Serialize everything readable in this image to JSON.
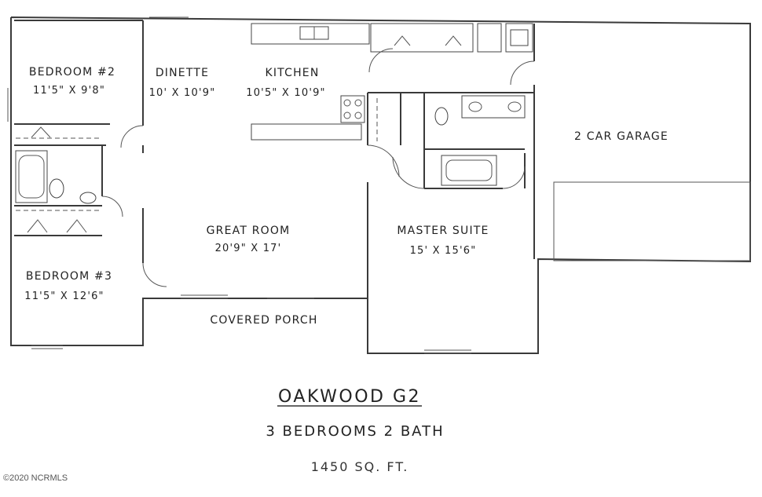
{
  "rooms": {
    "bedroom2": {
      "name": "BEDROOM #2",
      "size": "11'5\" X 9'8\""
    },
    "dinette": {
      "name": "DINETTE",
      "size": "10' X 10'9\""
    },
    "kitchen": {
      "name": "KITCHEN",
      "size": "10'5\" X 10'9\""
    },
    "garage": {
      "name": "2 CAR GARAGE"
    },
    "great_room": {
      "name": "GREAT ROOM",
      "size": "20'9\" X 17'"
    },
    "master_suite": {
      "name": "MASTER SUITE",
      "size": "15' X 15'6\""
    },
    "bedroom3": {
      "name": "BEDROOM #3",
      "size": "11'5\" X 12'6\""
    },
    "porch": {
      "name": "COVERED PORCH"
    }
  },
  "plan": {
    "title": "OAKWOOD G2",
    "subtitle": "3 BEDROOMS 2 BATH",
    "area": "1450 SQ. FT."
  },
  "copyright": "©2020 NCRMLS"
}
